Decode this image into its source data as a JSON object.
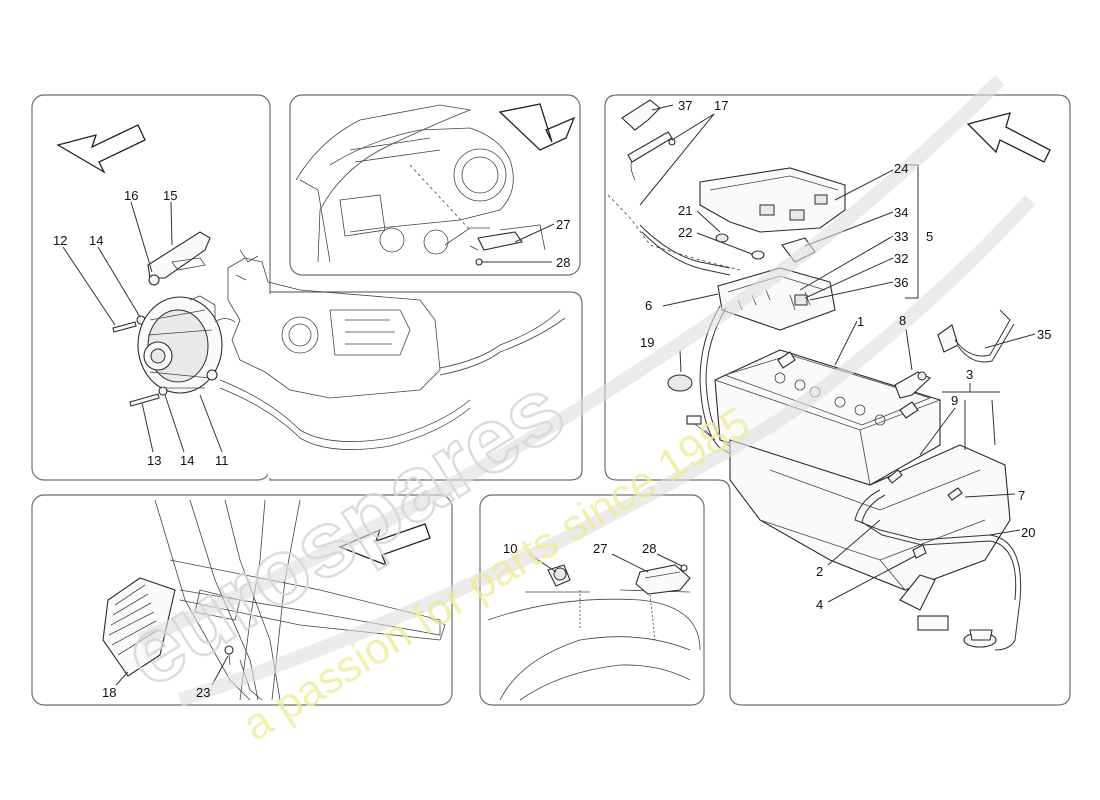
{
  "watermark": {
    "brand": "eurospares",
    "tagline": "a passion for parts since 1985"
  },
  "callouts": {
    "alternator": [
      "16",
      "15",
      "12",
      "14",
      "14",
      "13",
      "11"
    ],
    "engine_bay": [
      "27",
      "28"
    ],
    "battery": [
      "37",
      "17",
      "24",
      "21",
      "22",
      "34",
      "33",
      "32",
      "36",
      "5",
      "6",
      "1",
      "8",
      "35",
      "19",
      "3",
      "9",
      "7",
      "20",
      "2",
      "4"
    ],
    "crossmember": [
      "18",
      "23"
    ],
    "trunk": [
      "10",
      "27",
      "28"
    ]
  },
  "colors": {
    "panel_border": "#6e6e6e",
    "line": "#2a2a2a",
    "watermark_outline": "#d6d6d6",
    "watermark_tagline": "#ecec9a"
  }
}
